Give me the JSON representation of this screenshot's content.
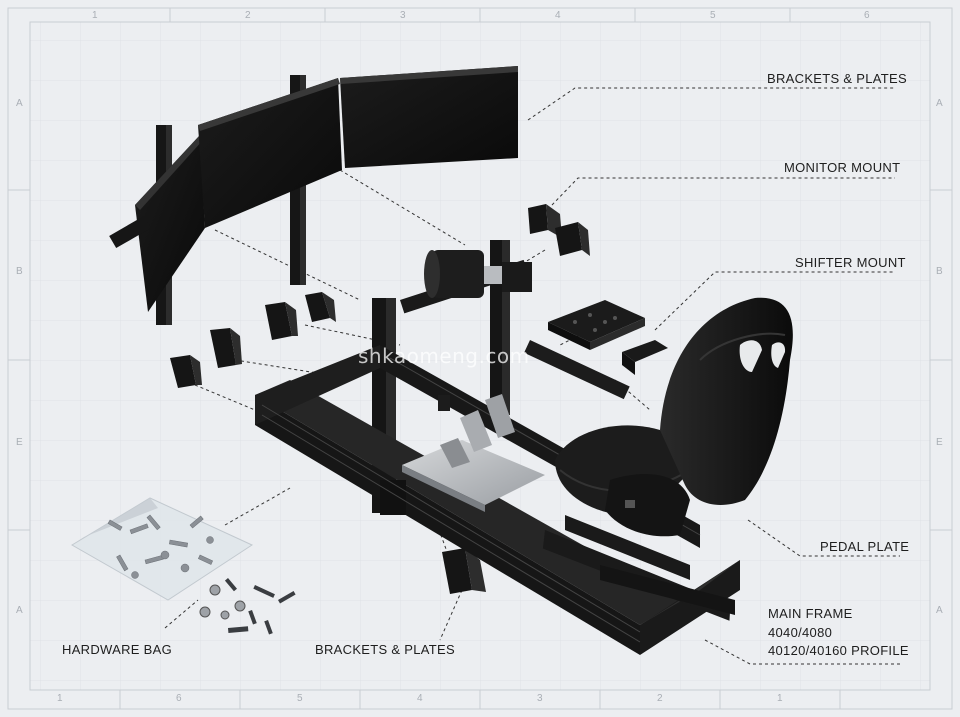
{
  "labels": {
    "brackets_plates_top": "BRACKETS & PLATES",
    "monitor_mount": "MONITOR MOUNT",
    "shifter_mount": "SHIFTER MOUNT",
    "pedal_plate": "PEDAL PLATE",
    "main_frame_line1": "MAIN FRAME",
    "main_frame_line2": "4040/4080",
    "main_frame_line3": "40120/40160 PROFILE",
    "hardware_bag": "HARDWARE BAG",
    "brackets_plates_bottom": "BRACKETS & PLATES"
  },
  "watermark": "shkaomeng.com",
  "border": {
    "top": [
      "1",
      "2",
      "3",
      "4",
      "5",
      "6"
    ],
    "bottom": [
      "1",
      "6",
      "5",
      "4",
      "3",
      "2",
      "1"
    ],
    "left": [
      "A",
      "B",
      "E",
      "A"
    ],
    "right": [
      "A",
      "B",
      "E",
      "A"
    ]
  },
  "colors": {
    "background": "#eceef1",
    "grid": "#dde0e5",
    "frame": "#151515",
    "leader": "#333333"
  }
}
